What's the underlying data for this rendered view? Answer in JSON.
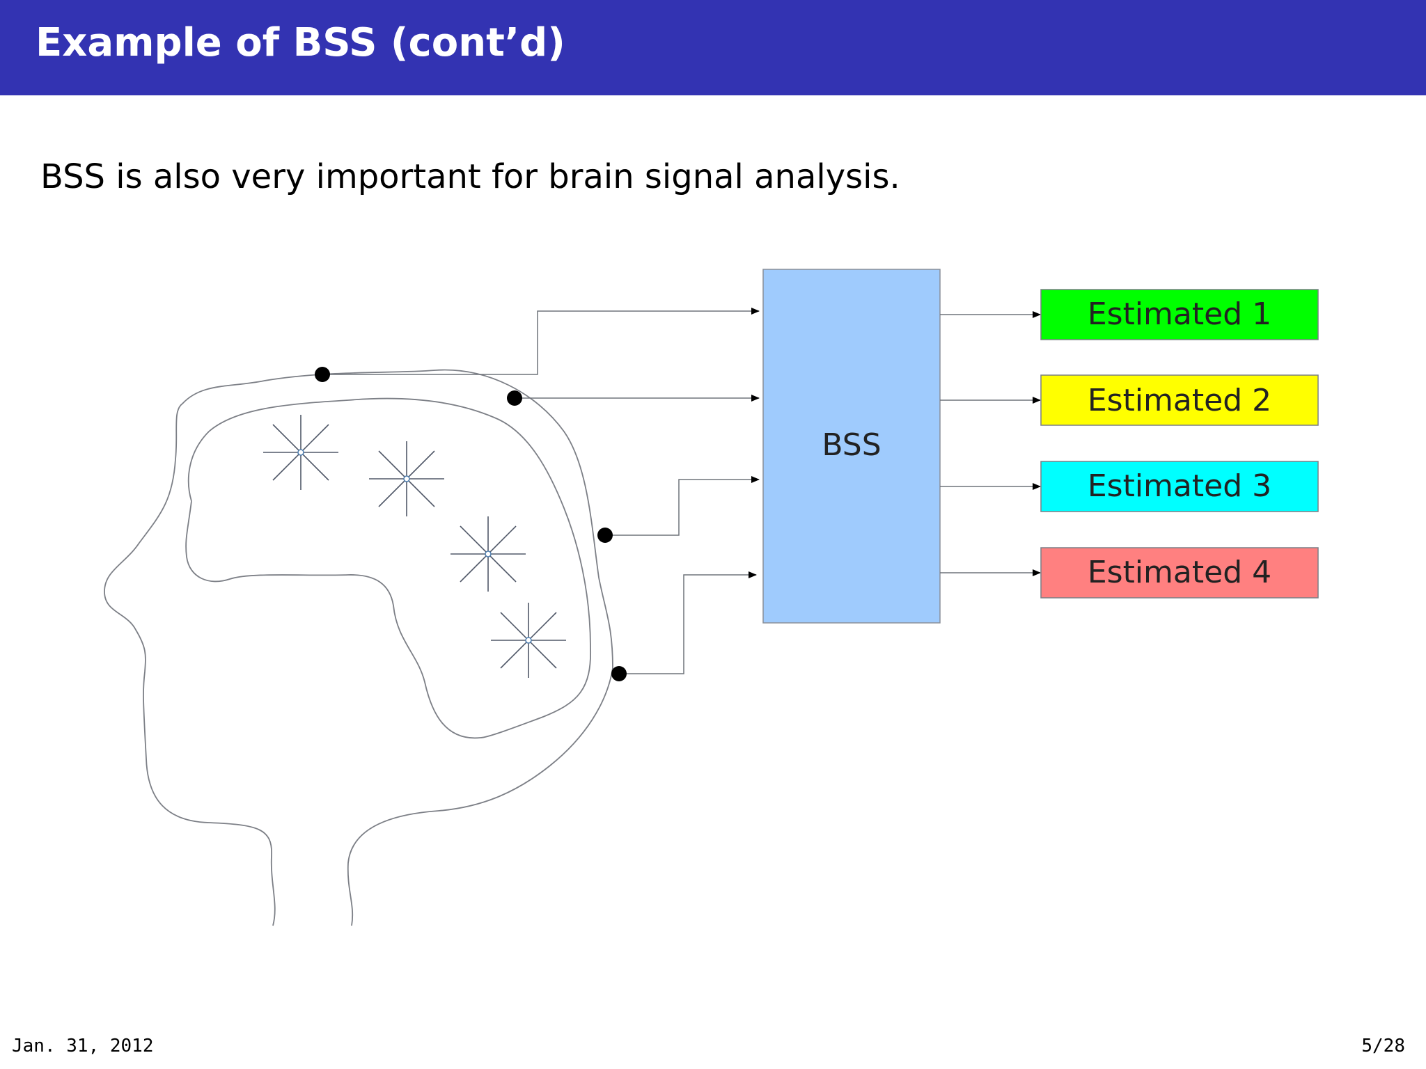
{
  "slide": {
    "title": "Example of BSS (cont’d)",
    "body_text": "BSS is also very important for brain signal analysis."
  },
  "diagram": {
    "bss_label": "BSS",
    "outputs": [
      {
        "label": "Estimated 1",
        "color": "#00ff00"
      },
      {
        "label": "Estimated 2",
        "color": "#ffff00"
      },
      {
        "label": "Estimated 3",
        "color": "#00ffff"
      },
      {
        "label": "Estimated 4",
        "color": "#ff8080"
      }
    ],
    "bss_box_color": "#9fcbfd",
    "sensor_count": 4,
    "source_count": 4
  },
  "footer": {
    "date": "Jan. 31, 2012",
    "page": "5/28"
  },
  "colors": {
    "title_bar": "#3333b2",
    "title_text": "#ffffff"
  }
}
